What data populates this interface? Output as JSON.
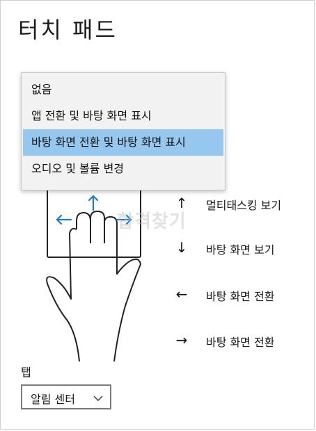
{
  "page": {
    "title": "터치 패드"
  },
  "dropdown": {
    "options": [
      {
        "label": "없음",
        "selected": false
      },
      {
        "label": "앱 전환 및 바탕 화면 표시",
        "selected": false
      },
      {
        "label": "바탕 화면 전환 및 바탕 화면 표시",
        "selected": true
      },
      {
        "label": "오디오 및 볼륨 변경",
        "selected": false
      }
    ],
    "selected_color": "#95c7ef"
  },
  "gestures": [
    {
      "icon": "arrow-up-icon",
      "glyph": "↑",
      "label": "멀티태스킹 보기"
    },
    {
      "icon": "arrow-down-icon",
      "glyph": "↓",
      "label": "바탕 화면 보기"
    },
    {
      "icon": "arrow-left-icon",
      "glyph": "←",
      "label": "바탕 화면 전환"
    },
    {
      "icon": "arrow-right-icon",
      "glyph": "→",
      "label": "바탕 화면 전환"
    }
  ],
  "illustration": {
    "arrow_color": "#1e78c8"
  },
  "watermark": {
    "text": "합격찾기"
  },
  "tap": {
    "label": "탭",
    "select_value": "알림 센터"
  }
}
